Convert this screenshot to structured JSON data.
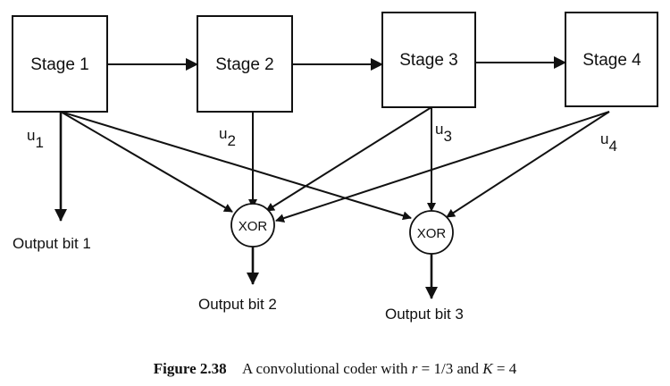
{
  "stages": [
    "Stage 1",
    "Stage 2",
    "Stage 3",
    "Stage 4"
  ],
  "taps": [
    {
      "letter": "u",
      "sub": "1"
    },
    {
      "letter": "u",
      "sub": "2"
    },
    {
      "letter": "u",
      "sub": "3"
    },
    {
      "letter": "u",
      "sub": "4"
    }
  ],
  "xor_gates": [
    "XOR",
    "XOR"
  ],
  "outputs": [
    "Output bit 1",
    "Output bit 2",
    "Output bit 3"
  ],
  "caption": {
    "figure": "Figure 2.38",
    "text_before_r": "A convolutional coder with ",
    "r_symbol": "r",
    "r_value": " = 1/3 and ",
    "k_symbol": "K",
    "k_value": " = 4"
  }
}
